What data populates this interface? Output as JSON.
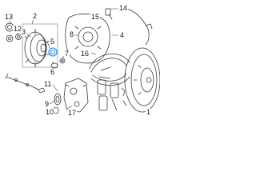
{
  "diagram": {
    "callouts": {
      "c1": "1",
      "c2": "2",
      "c3": "3",
      "c4": "4",
      "c5": "5",
      "c6": "6",
      "c7": "7",
      "c8": "8",
      "c9": "9",
      "c10": "10",
      "c11": "11",
      "c12": "12",
      "c13": "13",
      "c14": "14",
      "c15": "15",
      "c16": "16",
      "c17": "17"
    },
    "colors": {
      "line": "#3a3a3a",
      "highlight": "#1e88e5",
      "background": "#ffffff"
    }
  }
}
